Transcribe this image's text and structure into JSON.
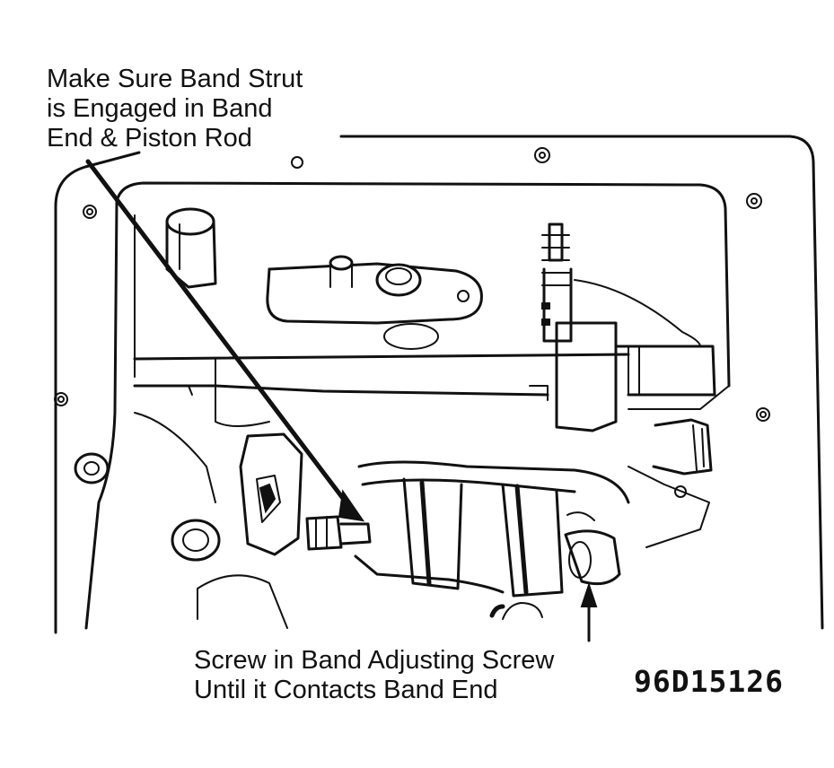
{
  "callouts": {
    "strut": {
      "line1": "Make Sure Band Strut",
      "line2": "is Engaged in Band",
      "line3": "End & Piston Rod"
    },
    "adjusting_screw": {
      "line1": "Screw in Band Adjusting Screw",
      "line2": "Until it Contacts Band End"
    }
  },
  "figure_code": "96D15126",
  "colors": {
    "ink": "#111111",
    "paper": "#ffffff"
  }
}
